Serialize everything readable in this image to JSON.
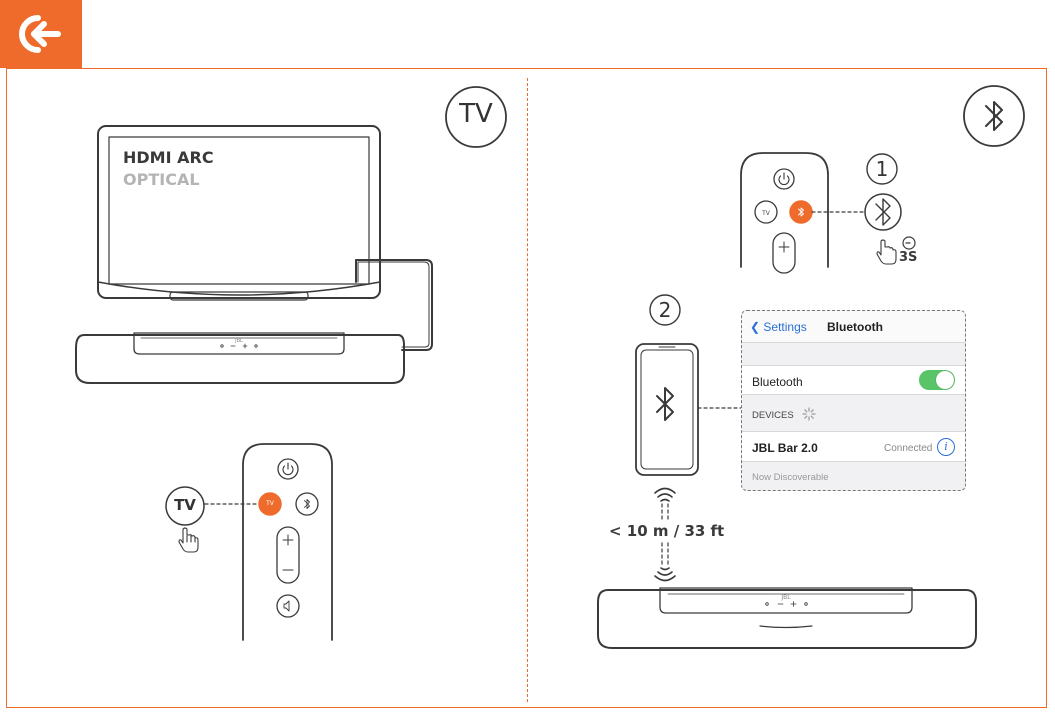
{
  "tv_screen": {
    "line1": "HDMI ARC",
    "line2": "OPTICAL"
  },
  "corner_badges": {
    "tv": "TV"
  },
  "left_remote": {
    "callout_label": "TV",
    "tv_button": "TV"
  },
  "right_remote": {
    "step_number": "1",
    "hold_time": "3S"
  },
  "phone_step": {
    "step_number": "2",
    "distance": "< 10 m / 33 ft"
  },
  "panel": {
    "back_label": "Settings",
    "title": "Bluetooth",
    "bluetooth_label": "Bluetooth",
    "devices_label": "DEVICES",
    "device_name": "JBL Bar 2.0",
    "device_status": "Connected",
    "discoverable": "Now Discoverable",
    "bluetooth_on": true
  },
  "soundbar_brand": "JBL",
  "colors": {
    "accent": "#ee6b2c",
    "toggle_on": "#5ac469",
    "link": "#2a6fd6",
    "line": "#3a3a3a"
  },
  "icons": [
    "back-arrow-icon",
    "bluetooth-icon",
    "power-icon",
    "mute-icon",
    "hand-press-icon",
    "clock-icon",
    "wifi-signal-icon",
    "spinner-icon",
    "info-icon",
    "chevron-left-icon"
  ]
}
